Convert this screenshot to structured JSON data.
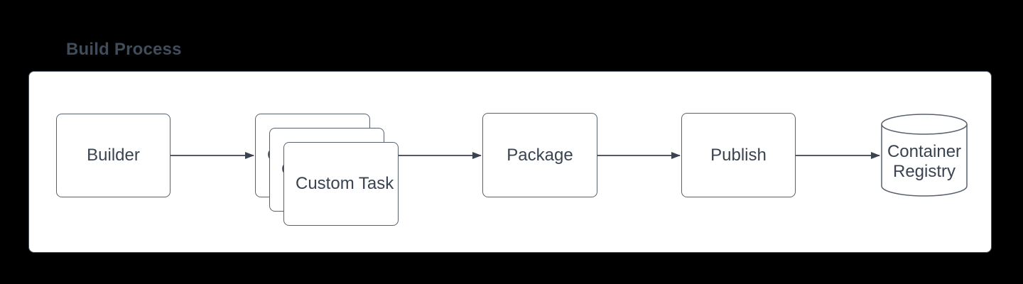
{
  "title": "Build Process",
  "colors": {
    "background": "#000000",
    "panel_background": "#ffffff",
    "panel_border": "#4d5663",
    "shape_border": "#59616d",
    "shape_fill": "#ffffff",
    "text": "#3a4350",
    "title_text": "#414c5a",
    "arrow": "#3a4350"
  },
  "diagram": {
    "nodes": [
      {
        "id": "builder",
        "label": "Builder",
        "type": "process"
      },
      {
        "id": "custom-task",
        "label": "Custom Task",
        "type": "stacked-process"
      },
      {
        "id": "package",
        "label": "Package",
        "type": "process"
      },
      {
        "id": "publish",
        "label": "Publish",
        "type": "process"
      },
      {
        "id": "container-registry",
        "label": "Container Registry",
        "label_line1": "Container",
        "label_line2": "Registry",
        "type": "database-cylinder"
      }
    ],
    "edges": [
      {
        "from": "builder",
        "to": "custom-task"
      },
      {
        "from": "custom-task",
        "to": "package"
      },
      {
        "from": "package",
        "to": "publish"
      },
      {
        "from": "publish",
        "to": "container-registry"
      }
    ]
  }
}
